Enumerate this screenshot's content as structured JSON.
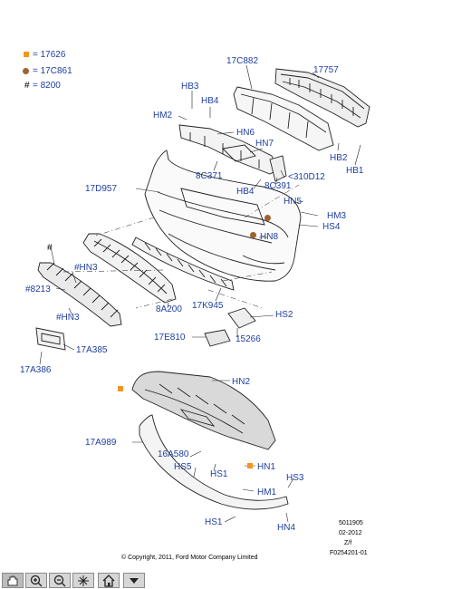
{
  "legend": [
    {
      "symbol": "orange-square",
      "color": "#f7941d",
      "text": "= 17626"
    },
    {
      "symbol": "brown-dot",
      "color": "#a0622d",
      "text": "= 17C861"
    },
    {
      "symbol": "hash",
      "glyph": "#",
      "text": "= 8200"
    }
  ],
  "callouts": {
    "c17757": "17757",
    "c17C882": "17C882",
    "hb3": "HB3",
    "hb4a": "HB4",
    "hm2": "HM2",
    "hn6": "HN6",
    "hn7": "HN7",
    "c8C371": "8C371",
    "hb2": "HB2",
    "hb1": "HB1",
    "c310D12": "<310D12",
    "c17D957": "17D957",
    "hb4b": "HB4",
    "c8C391": "8C391",
    "hn5": "HN5",
    "hm3": "HM3",
    "hs4": "HS4",
    "hn8": "HN8",
    "hash1": "#",
    "hn3a": "#HN3",
    "c8213": "#8213",
    "hn3b": "#HN3",
    "c8A200": "8A200",
    "c17K945": "17K945",
    "hs2": "HS2",
    "c17E810": "17E810",
    "c15266": "15266",
    "c17A385": "17A385",
    "c17A386": "17A386",
    "hn2": "HN2",
    "c17A989": "17A989",
    "c16A580": "16A580",
    "hs5": "HS5",
    "hs1a": "HS1",
    "hn1": "HN1",
    "hs3": "HS3",
    "hm1": "HM1",
    "hs1b": "HS1",
    "hn4": "HN4"
  },
  "meta": {
    "line1": "5011905",
    "line2": "02-2012",
    "line3": "Z/f",
    "line4": "F0254201-01"
  },
  "copyright": "© Copyright, 2011, Ford Motor Company Limited",
  "toolbar": [
    {
      "name": "pan-tool-button",
      "icon": "hand-icon"
    },
    {
      "name": "zoom-in-button",
      "icon": "zoom-in-icon"
    },
    {
      "name": "zoom-out-button",
      "icon": "zoom-out-icon"
    },
    {
      "name": "fit-button",
      "icon": "sparkle-icon"
    },
    {
      "name": "home-button",
      "icon": "home-icon"
    },
    {
      "name": "menu-button",
      "icon": "chevron-down-icon"
    }
  ]
}
